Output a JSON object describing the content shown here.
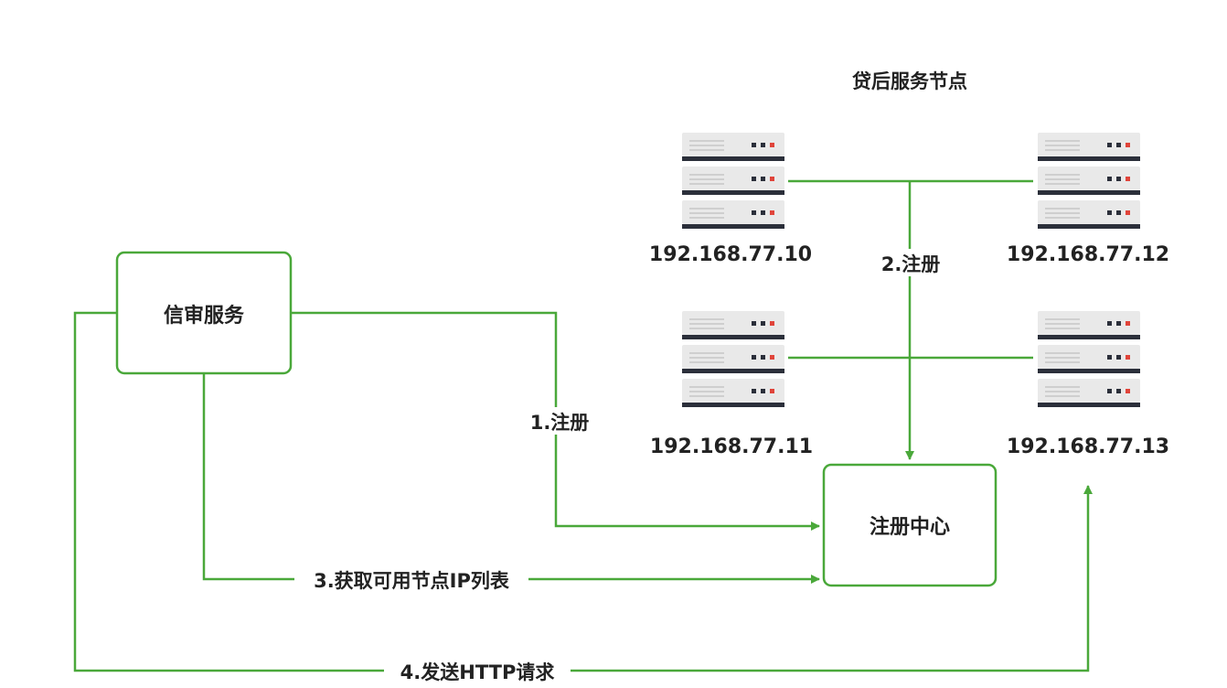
{
  "title": "贷后服务节点",
  "nodes": {
    "credit_service": "信审服务",
    "registry": "注册中心"
  },
  "servers": [
    {
      "ip": "192.168.77.10"
    },
    {
      "ip": "192.168.77.12"
    },
    {
      "ip": "192.168.77.11"
    },
    {
      "ip": "192.168.77.13"
    }
  ],
  "edges": {
    "register_1": "1.注册",
    "register_2": "2.注册",
    "get_list": "3.获取可用节点IP列表",
    "send_http": "4.发送HTTP请求"
  },
  "colors": {
    "line": "#4aa83a",
    "server_body": "#e9e9e9",
    "server_stripe": "#2b2f3a",
    "server_led_red": "#e0443a",
    "server_led_dark": "#2b2f3a"
  }
}
